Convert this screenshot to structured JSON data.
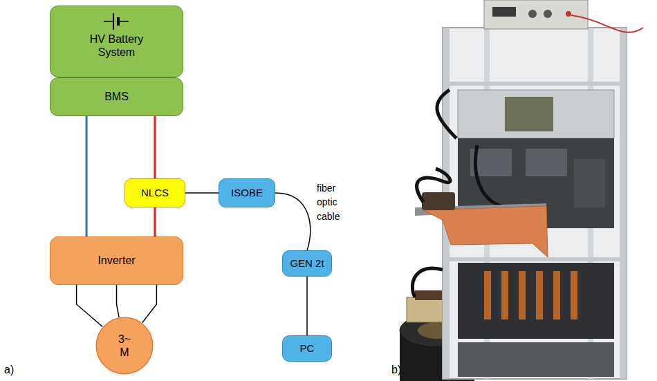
{
  "diagram": {
    "nodes": [
      {
        "text": [
          "HV Battery System"
        ]
      },
      {
        "text": [
          "BMS"
        ]
      },
      {
        "text": [
          "NLCS"
        ]
      },
      {
        "text": [
          "ISOBE"
        ]
      },
      {
        "text": [
          "Inverter"
        ]
      },
      {
        "text": [
          "3~ M"
        ]
      },
      {
        "text": [
          "GEN 2t"
        ]
      },
      {
        "text": [
          "PC"
        ]
      }
    ],
    "edges": [
      {
        "from": 1,
        "to": 4,
        "arrow": "none"
      },
      {
        "from": 1,
        "to": 2,
        "arrow": "none"
      },
      {
        "from": 2,
        "to": 4,
        "arrow": "none"
      },
      {
        "from": 2,
        "to": 3,
        "arrow": "none"
      },
      {
        "from": 3,
        "to": 6,
        "label": "fiber optic cable",
        "arrow": "none"
      },
      {
        "from": 6,
        "to": 7,
        "arrow": "none"
      },
      {
        "from": 4,
        "to": 5,
        "arrow": "none"
      },
      {
        "from": 4,
        "to": 5,
        "arrow": "none"
      },
      {
        "from": 4,
        "to": 5,
        "arrow": "none"
      }
    ],
    "labels": [
      "a)",
      "b)"
    ]
  }
}
